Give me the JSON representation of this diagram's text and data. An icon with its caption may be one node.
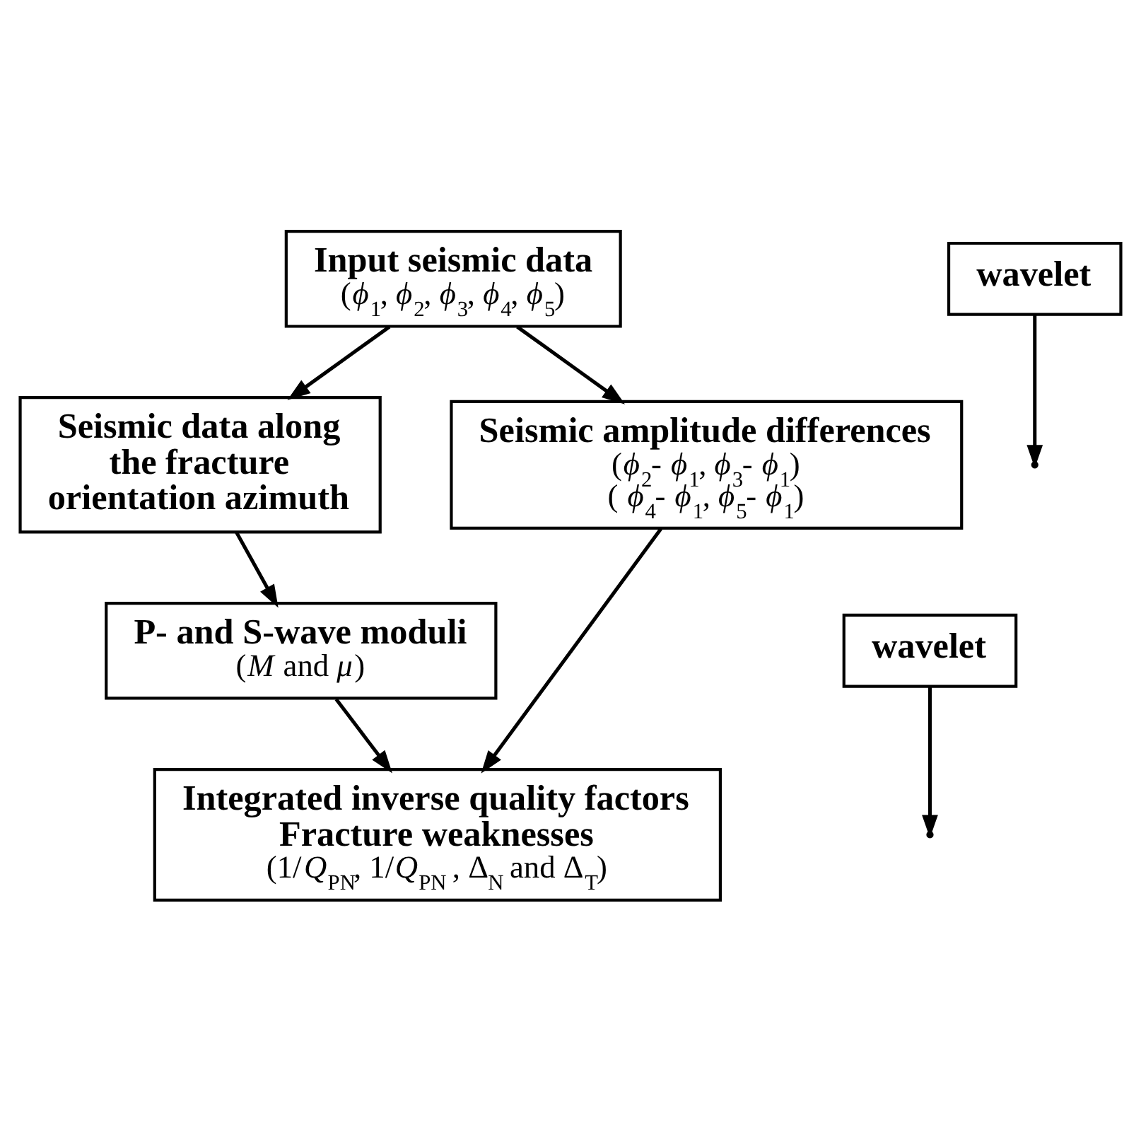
{
  "diagram": {
    "nodes": [
      {
        "text": [
          "Input seismic data",
          "(*ϕ*$_{1}$, *ϕ*$_{2}$, *ϕ*$_{3}$, *ϕ*$_{4}$, *ϕ*$_{5}$)"
        ]
      },
      {
        "text": [
          "Seismic data along the fracture orientation azimuth"
        ]
      },
      {
        "text": [
          "Seismic amplitude differences",
          "(*ϕ*$_{2}$- *ϕ*$_{1}$, *ϕ*$_{3}$- *ϕ*$_{1}$)",
          "( *ϕ*$_{4}$- *ϕ*$_{1}$, *ϕ*$_{5}$- *ϕ*$_{1}$)"
        ]
      },
      {
        "text": [
          "wavelet"
        ]
      },
      {
        "text": [
          "P- and S-wave moduli",
          "(*M* and *μ*)"
        ]
      },
      {
        "text": [
          "wavelet"
        ]
      },
      {
        "text": [
          "Integrated inverse quality factors",
          "Fracture weaknesses",
          "(1/*Q*$_{PN}$, 1/*Q*$_{PN}$ , Δ$_{N}$ and Δ$_{T}$)"
        ]
      }
    ],
    "edges": [
      {
        "from": 0,
        "to": 1,
        "arrow": "to"
      },
      {
        "from": 0,
        "to": 2,
        "arrow": "to"
      },
      {
        "from": 1,
        "to": 4,
        "arrow": "to"
      },
      {
        "from": 3,
        "to": null,
        "arrow": "to"
      },
      {
        "from": 2,
        "to": 6,
        "arrow": "to"
      },
      {
        "from": 5,
        "to": null,
        "arrow": "to"
      },
      {
        "from": 4,
        "to": 6,
        "arrow": "to"
      }
    ]
  }
}
